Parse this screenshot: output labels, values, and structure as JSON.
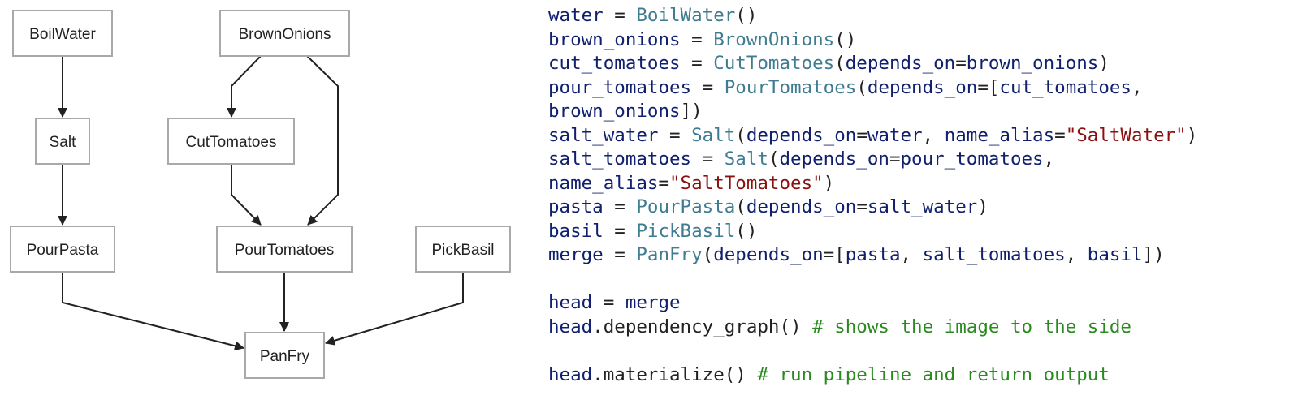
{
  "diagram": {
    "nodes": [
      {
        "id": "boilwater",
        "label": "BoilWater"
      },
      {
        "id": "brownonions",
        "label": "BrownOnions"
      },
      {
        "id": "salt",
        "label": "Salt"
      },
      {
        "id": "cuttomatoes",
        "label": "CutTomatoes"
      },
      {
        "id": "pourpasta",
        "label": "PourPasta"
      },
      {
        "id": "pourtomatoes",
        "label": "PourTomatoes"
      },
      {
        "id": "pickbasil",
        "label": "PickBasil"
      },
      {
        "id": "panfry",
        "label": "PanFry"
      }
    ],
    "edges": [
      {
        "from": "boilwater",
        "to": "salt"
      },
      {
        "from": "brownonions",
        "to": "cuttomatoes"
      },
      {
        "from": "brownonions",
        "to": "pourtomatoes"
      },
      {
        "from": "salt",
        "to": "pourpasta"
      },
      {
        "from": "cuttomatoes",
        "to": "pourtomatoes"
      },
      {
        "from": "pourpasta",
        "to": "panfry"
      },
      {
        "from": "pourtomatoes",
        "to": "panfry"
      },
      {
        "from": "pickbasil",
        "to": "panfry"
      }
    ]
  },
  "code": {
    "lines": [
      [
        {
          "t": "water",
          "c": "plain"
        },
        {
          "t": " = ",
          "c": "op"
        },
        {
          "t": "BoilWater",
          "c": "call"
        },
        {
          "t": "()",
          "c": "punct"
        }
      ],
      [
        {
          "t": "brown_onions",
          "c": "plain"
        },
        {
          "t": " = ",
          "c": "op"
        },
        {
          "t": "BrownOnions",
          "c": "call"
        },
        {
          "t": "()",
          "c": "punct"
        }
      ],
      [
        {
          "t": "cut_tomatoes",
          "c": "plain"
        },
        {
          "t": " = ",
          "c": "op"
        },
        {
          "t": "CutTomatoes",
          "c": "call"
        },
        {
          "t": "(",
          "c": "punct"
        },
        {
          "t": "depends_on",
          "c": "plain"
        },
        {
          "t": "=",
          "c": "op"
        },
        {
          "t": "brown_onions",
          "c": "plain"
        },
        {
          "t": ")",
          "c": "punct"
        }
      ],
      [
        {
          "t": "pour_tomatoes",
          "c": "plain"
        },
        {
          "t": " = ",
          "c": "op"
        },
        {
          "t": "PourTomatoes",
          "c": "call"
        },
        {
          "t": "(",
          "c": "punct"
        },
        {
          "t": "depends_on",
          "c": "plain"
        },
        {
          "t": "=[",
          "c": "op"
        },
        {
          "t": "cut_tomatoes",
          "c": "plain"
        },
        {
          "t": ",",
          "c": "punct"
        }
      ],
      [
        {
          "t": "brown_onions",
          "c": "plain"
        },
        {
          "t": "])",
          "c": "punct"
        }
      ],
      [
        {
          "t": "salt_water",
          "c": "plain"
        },
        {
          "t": " = ",
          "c": "op"
        },
        {
          "t": "Salt",
          "c": "call"
        },
        {
          "t": "(",
          "c": "punct"
        },
        {
          "t": "depends_on",
          "c": "plain"
        },
        {
          "t": "=",
          "c": "op"
        },
        {
          "t": "water",
          "c": "plain"
        },
        {
          "t": ", ",
          "c": "punct"
        },
        {
          "t": "name_alias",
          "c": "plain"
        },
        {
          "t": "=",
          "c": "op"
        },
        {
          "t": "\"SaltWater\"",
          "c": "str"
        },
        {
          "t": ")",
          "c": "punct"
        }
      ],
      [
        {
          "t": "salt_tomatoes",
          "c": "plain"
        },
        {
          "t": " = ",
          "c": "op"
        },
        {
          "t": "Salt",
          "c": "call"
        },
        {
          "t": "(",
          "c": "punct"
        },
        {
          "t": "depends_on",
          "c": "plain"
        },
        {
          "t": "=",
          "c": "op"
        },
        {
          "t": "pour_tomatoes",
          "c": "plain"
        },
        {
          "t": ",",
          "c": "punct"
        }
      ],
      [
        {
          "t": "name_alias",
          "c": "plain"
        },
        {
          "t": "=",
          "c": "op"
        },
        {
          "t": "\"SaltTomatoes\"",
          "c": "str"
        },
        {
          "t": ")",
          "c": "punct"
        }
      ],
      [
        {
          "t": "pasta",
          "c": "plain"
        },
        {
          "t": " = ",
          "c": "op"
        },
        {
          "t": "PourPasta",
          "c": "call"
        },
        {
          "t": "(",
          "c": "punct"
        },
        {
          "t": "depends_on",
          "c": "plain"
        },
        {
          "t": "=",
          "c": "op"
        },
        {
          "t": "salt_water",
          "c": "plain"
        },
        {
          "t": ")",
          "c": "punct"
        }
      ],
      [
        {
          "t": "basil",
          "c": "plain"
        },
        {
          "t": " = ",
          "c": "op"
        },
        {
          "t": "PickBasil",
          "c": "call"
        },
        {
          "t": "()",
          "c": "punct"
        }
      ],
      [
        {
          "t": "merge",
          "c": "plain"
        },
        {
          "t": " = ",
          "c": "op"
        },
        {
          "t": "PanFry",
          "c": "call"
        },
        {
          "t": "(",
          "c": "punct"
        },
        {
          "t": "depends_on",
          "c": "plain"
        },
        {
          "t": "=[",
          "c": "op"
        },
        {
          "t": "pasta",
          "c": "plain"
        },
        {
          "t": ", ",
          "c": "punct"
        },
        {
          "t": "salt_tomatoes",
          "c": "plain"
        },
        {
          "t": ", ",
          "c": "punct"
        },
        {
          "t": "basil",
          "c": "plain"
        },
        {
          "t": "])",
          "c": "punct"
        }
      ],
      [],
      [
        {
          "t": "head",
          "c": "plain"
        },
        {
          "t": " = ",
          "c": "op"
        },
        {
          "t": "merge",
          "c": "plain"
        }
      ],
      [
        {
          "t": "head",
          "c": "plain"
        },
        {
          "t": ".dependency_graph() ",
          "c": "punct"
        },
        {
          "t": "# shows the image to the side",
          "c": "comment"
        }
      ],
      [],
      [
        {
          "t": "head",
          "c": "plain"
        },
        {
          "t": ".materialize() ",
          "c": "punct"
        },
        {
          "t": "# run pipeline and return output",
          "c": "comment"
        }
      ]
    ]
  },
  "colors": {
    "identifier": "#101f6e",
    "call": "#3f7c91",
    "string": "#8b1010",
    "comment": "#2a8a1f",
    "node_border": "#a9a9a9",
    "edge": "#222222"
  }
}
